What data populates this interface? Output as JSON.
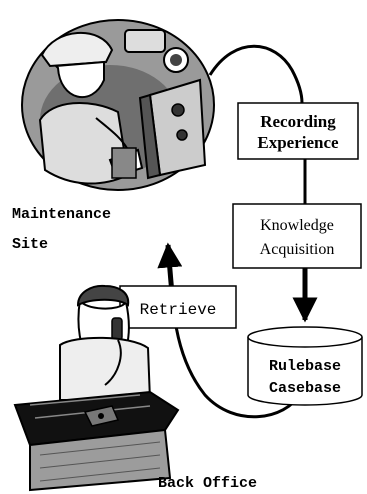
{
  "labels": {
    "maintenance_site_line1": "Maintenance",
    "maintenance_site_line2": "Site",
    "back_office": "Back Office"
  },
  "boxes": {
    "recording_line1": "Recording",
    "recording_line2": "Experience",
    "knowledge_line1": "Knowledge",
    "knowledge_line2": "Acquisition",
    "retrieve": "Retrieve",
    "rulebase": "Rulebase",
    "casebase": "Casebase"
  },
  "colors": {
    "ink": "#000000",
    "paper": "#ffffff",
    "shade_dark": "#222222",
    "shade_mid": "#777777",
    "shade_light": "#bbbbbb"
  },
  "icons": {
    "top_image": "technician-at-console-illustration",
    "bottom_image": "person-on-phone-at-desk-illustration"
  }
}
